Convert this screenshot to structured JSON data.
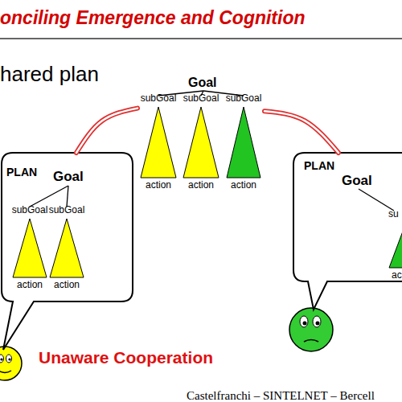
{
  "diagram": {
    "title": "onciling Emergence and Cognition",
    "nodes": [
      {
        "text": [
          "subGoal",
          "action"
        ]
      },
      {
        "text": [
          "subGoal",
          "action"
        ]
      },
      {
        "text": [
          "subGoal",
          "action"
        ]
      },
      {
        "text": [
          "PLAN",
          "Goal"
        ]
      },
      {
        "text": [
          "subGoal",
          "action"
        ],
        "in": 3
      },
      {
        "text": [
          "subGoal",
          "action"
        ],
        "in": 3
      },
      {
        "text": [
          "PLAN",
          "Goal"
        ]
      },
      {
        "text": [
          "su",
          "ac"
        ],
        "in": 6
      }
    ],
    "edges": [
      {
        "from": 3,
        "to": 0,
        "arrow": "none"
      },
      {
        "from": 6,
        "to": 2,
        "arrow": "none"
      }
    ],
    "labels": [
      "hared plan",
      "Goal",
      "Unaware Cooperation",
      "Castelfranchi – SINTELNET – Bercell"
    ]
  }
}
